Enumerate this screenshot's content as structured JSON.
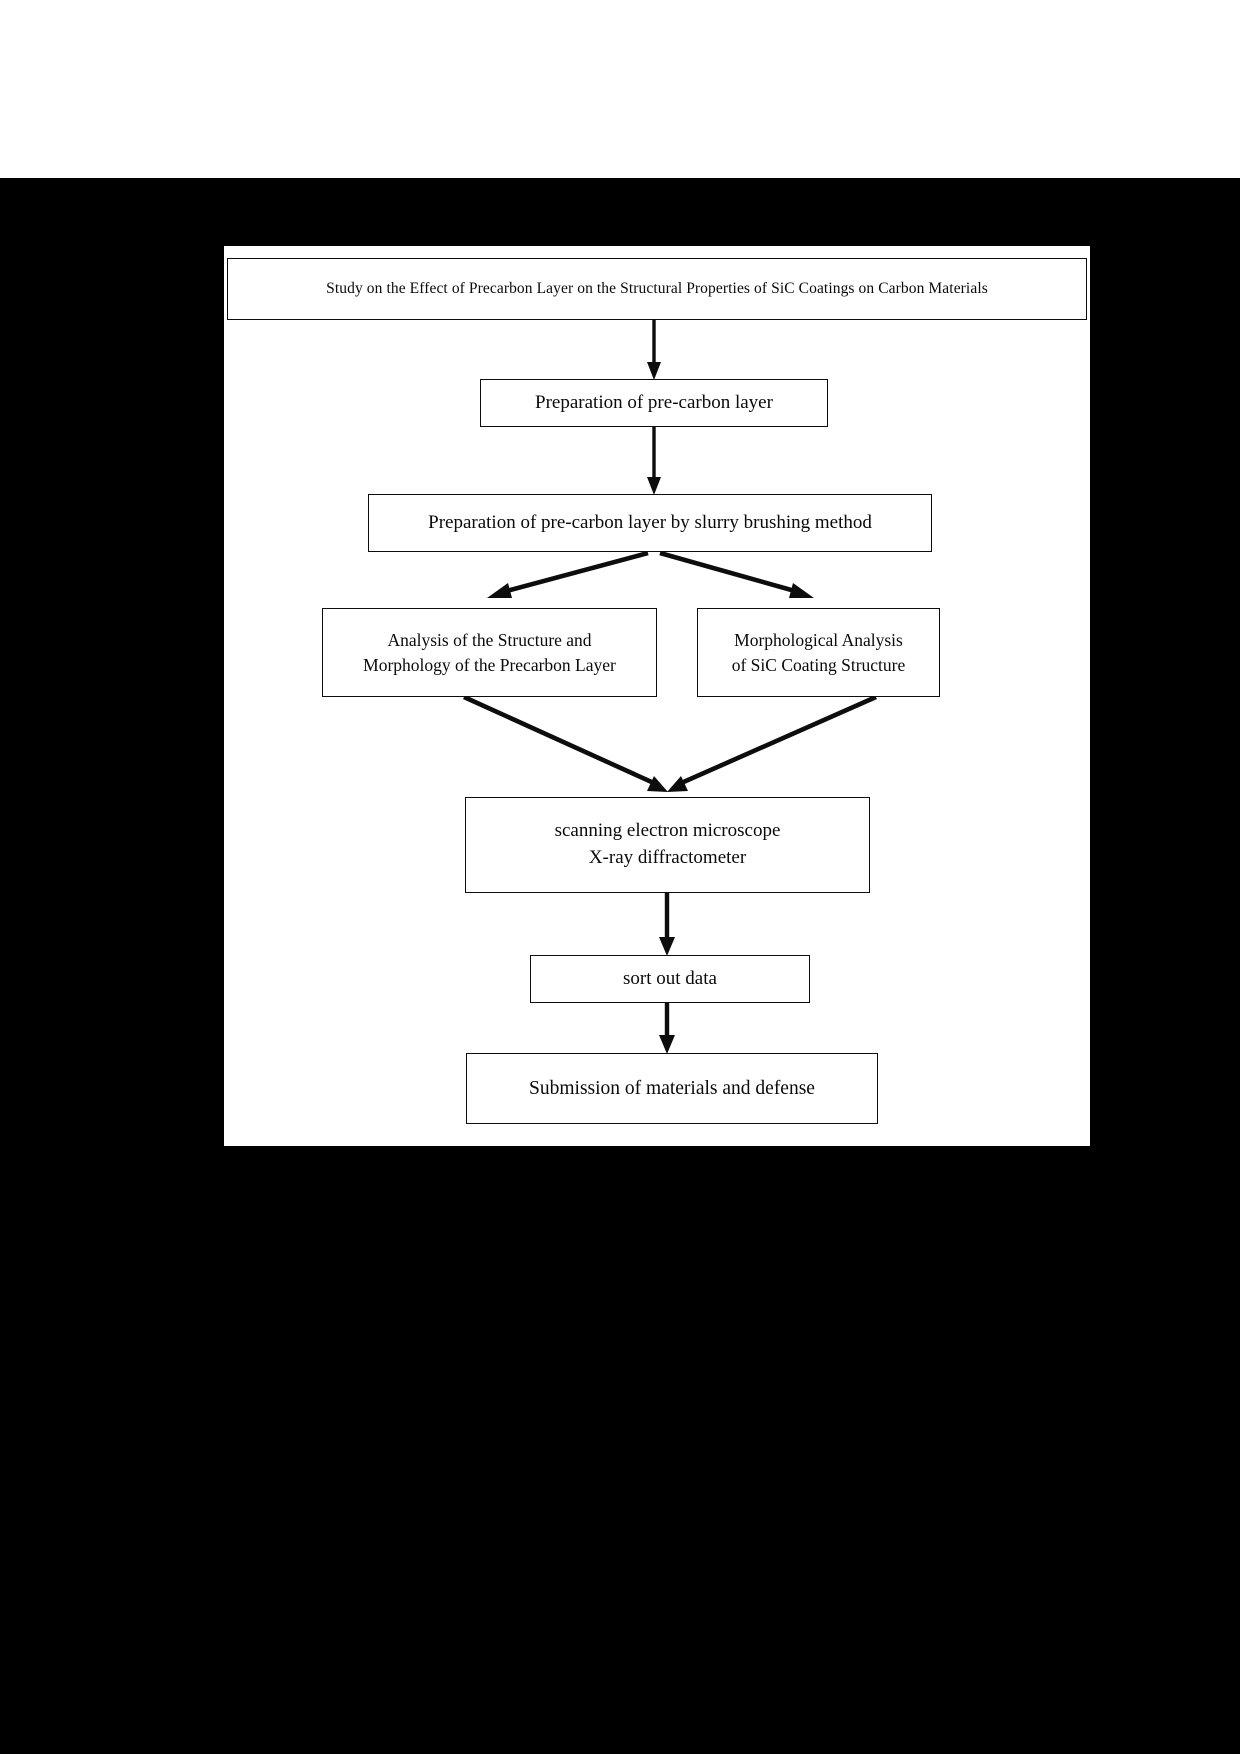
{
  "document": {
    "kind": "research-workflow-flowchart",
    "page_background": "#ffffff",
    "field_color": "#000000",
    "panel_color": "#ffffff",
    "line_color": "#0d0d0d"
  },
  "flowchart": {
    "title_node": {
      "id": "title",
      "text": "Study on the Effect of Precarbon Layer on the Structural Properties of SiC Coatings on Carbon Materials"
    },
    "nodes": [
      {
        "id": "prep",
        "lines": [
          "Preparation of pre-carbon layer"
        ]
      },
      {
        "id": "slurry",
        "lines": [
          "Preparation of pre-carbon layer by slurry brushing method"
        ]
      },
      {
        "id": "analysis",
        "lines": [
          "Analysis of the Structure and",
          "Morphology of the Precarbon Layer"
        ]
      },
      {
        "id": "morph",
        "lines": [
          "Morphological Analysis",
          "of SiC Coating Structure"
        ]
      },
      {
        "id": "instr",
        "lines": [
          "scanning electron microscope",
          "X-ray diffractometer"
        ]
      },
      {
        "id": "sort",
        "lines": [
          "sort out data"
        ]
      },
      {
        "id": "submit",
        "lines": [
          "Submission of materials and defense"
        ]
      }
    ],
    "edges": [
      {
        "id": "title-to-prep",
        "from": "title",
        "to": "prep",
        "shape": "vertical-arrow"
      },
      {
        "id": "prep-to-slurry",
        "from": "prep",
        "to": "slurry",
        "shape": "vertical-arrow"
      },
      {
        "id": "slurry-to-analysis",
        "from": "slurry",
        "to": "analysis",
        "shape": "diagonal-arrow-left"
      },
      {
        "id": "slurry-to-morph",
        "from": "slurry",
        "to": "morph",
        "shape": "diagonal-arrow-right"
      },
      {
        "id": "analysis-to-instr",
        "from": "analysis",
        "to": "instr",
        "shape": "diagonal-arrow-down-right"
      },
      {
        "id": "morph-to-instr",
        "from": "morph",
        "to": "instr",
        "shape": "diagonal-arrow-down-left"
      },
      {
        "id": "instr-to-sort",
        "from": "instr",
        "to": "sort",
        "shape": "vertical-arrow"
      },
      {
        "id": "sort-to-submit",
        "from": "sort",
        "to": "submit",
        "shape": "vertical-arrow"
      }
    ]
  }
}
